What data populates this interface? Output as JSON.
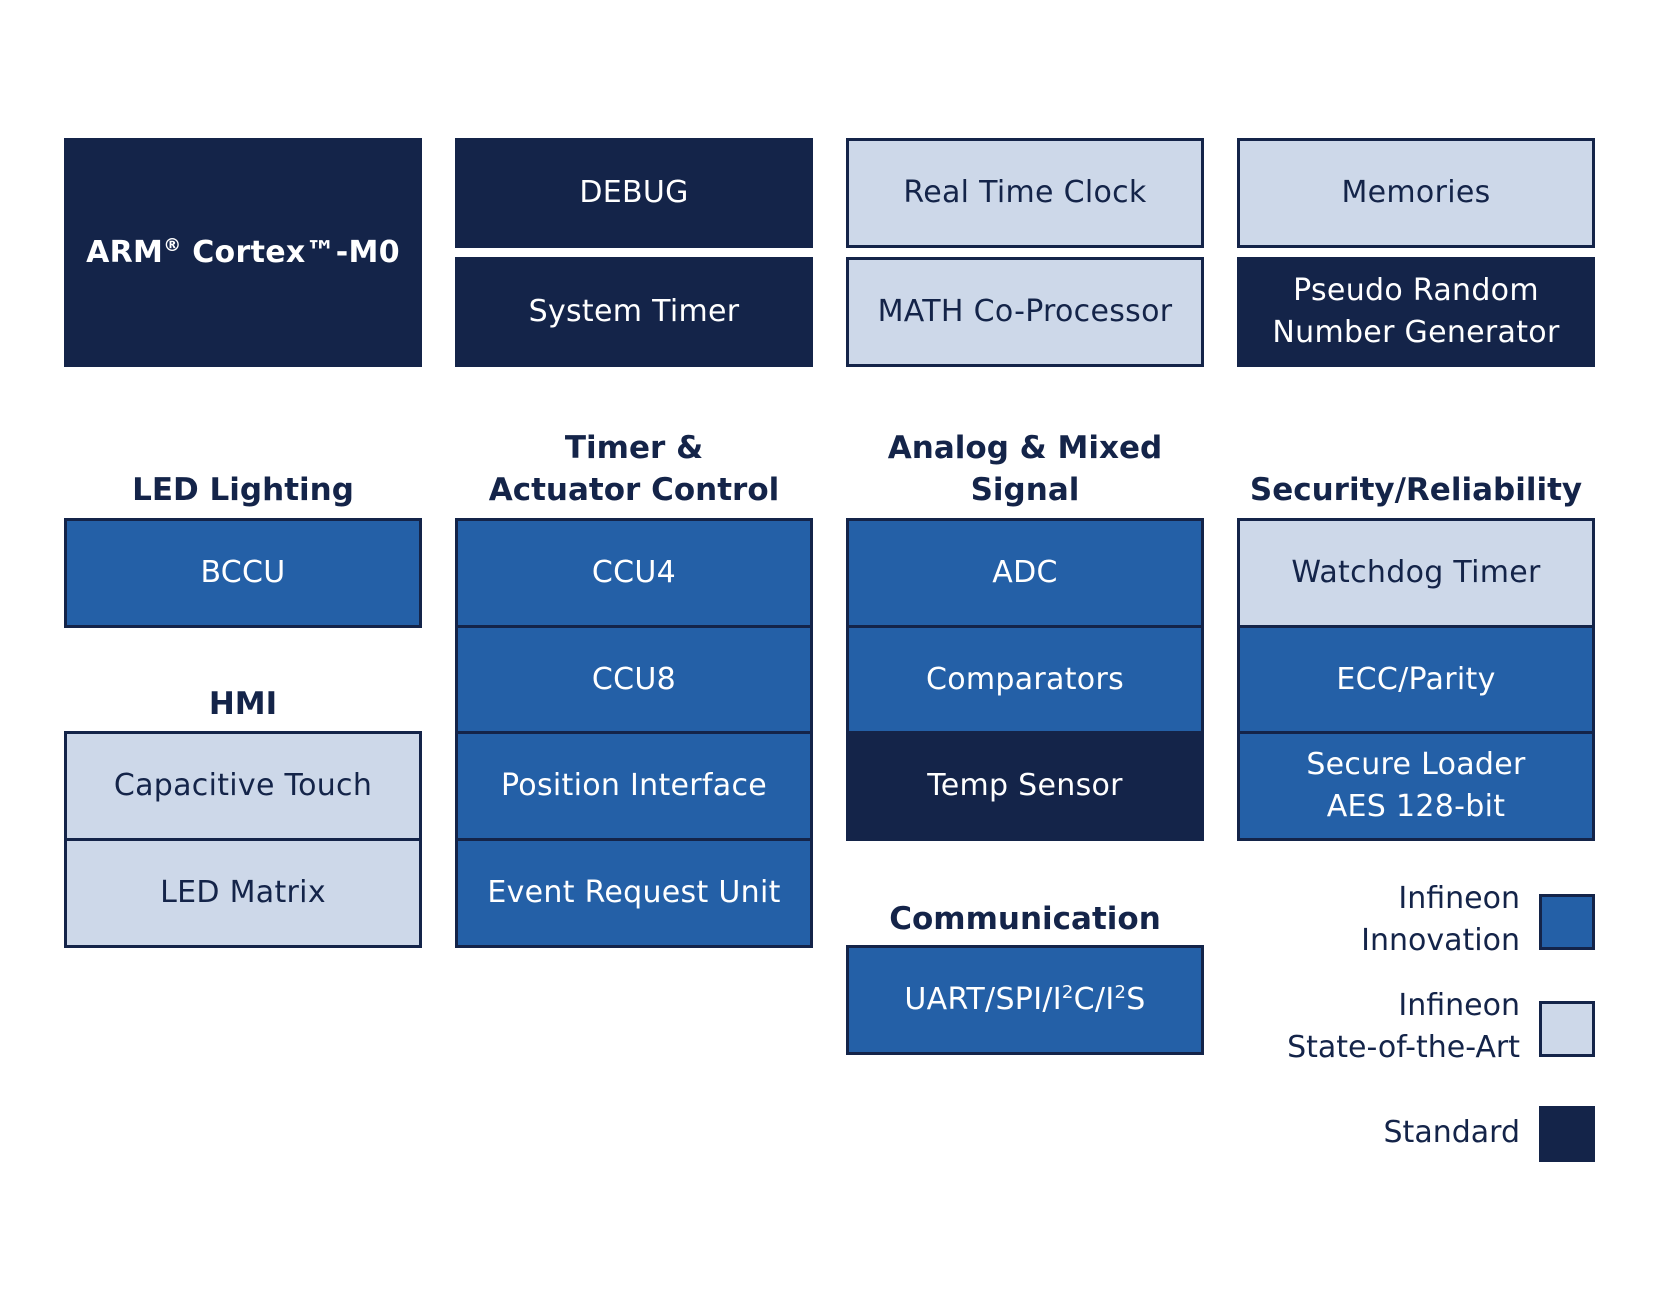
{
  "core": {
    "cpu_main": "ARM",
    "cpu_reg": "®",
    "cpu_rest": " Cortex™-M0",
    "debug": "DEBUG",
    "system_timer": "System Timer",
    "rtc": "Real Time Clock",
    "math": "MATH Co-Processor",
    "memories": "Memories",
    "prng_line1": "Pseudo Random",
    "prng_line2": "Number Generator"
  },
  "groups": {
    "led_lighting": {
      "title": "LED Lighting",
      "items": [
        "BCCU"
      ]
    },
    "hmi": {
      "title": "HMI",
      "items": [
        "Capacitive Touch",
        "LED Matrix"
      ]
    },
    "timer": {
      "title_line1": "Timer &",
      "title_line2": "Actuator Control",
      "items": [
        "CCU4",
        "CCU8",
        "Position Interface",
        "Event Request Unit"
      ]
    },
    "analog": {
      "title_line1": "Analog & Mixed",
      "title_line2": "Signal",
      "items": [
        "ADC",
        "Comparators",
        "Temp Sensor"
      ]
    },
    "communication": {
      "title": "Communication",
      "item": {
        "p1": "UART/SPI/I",
        "sup1": "2",
        "p2": "C/I",
        "sup2": "2",
        "p3": "S"
      }
    },
    "security": {
      "title": "Security/Reliability",
      "items": [
        "Watchdog Timer",
        "ECC/Parity"
      ],
      "secure_loader_line1": "Secure Loader",
      "secure_loader_line2": "AES 128-bit"
    }
  },
  "legend": {
    "innovation_line1": "Infineon",
    "innovation_line2": "Innovation",
    "soa_line1": "Infineon",
    "soa_line2": "State-of-the-Art",
    "standard": "Standard"
  },
  "colors": {
    "standard": "#142449",
    "innovation": "#2460a7",
    "state_of_the_art": "#cdd8e9"
  }
}
